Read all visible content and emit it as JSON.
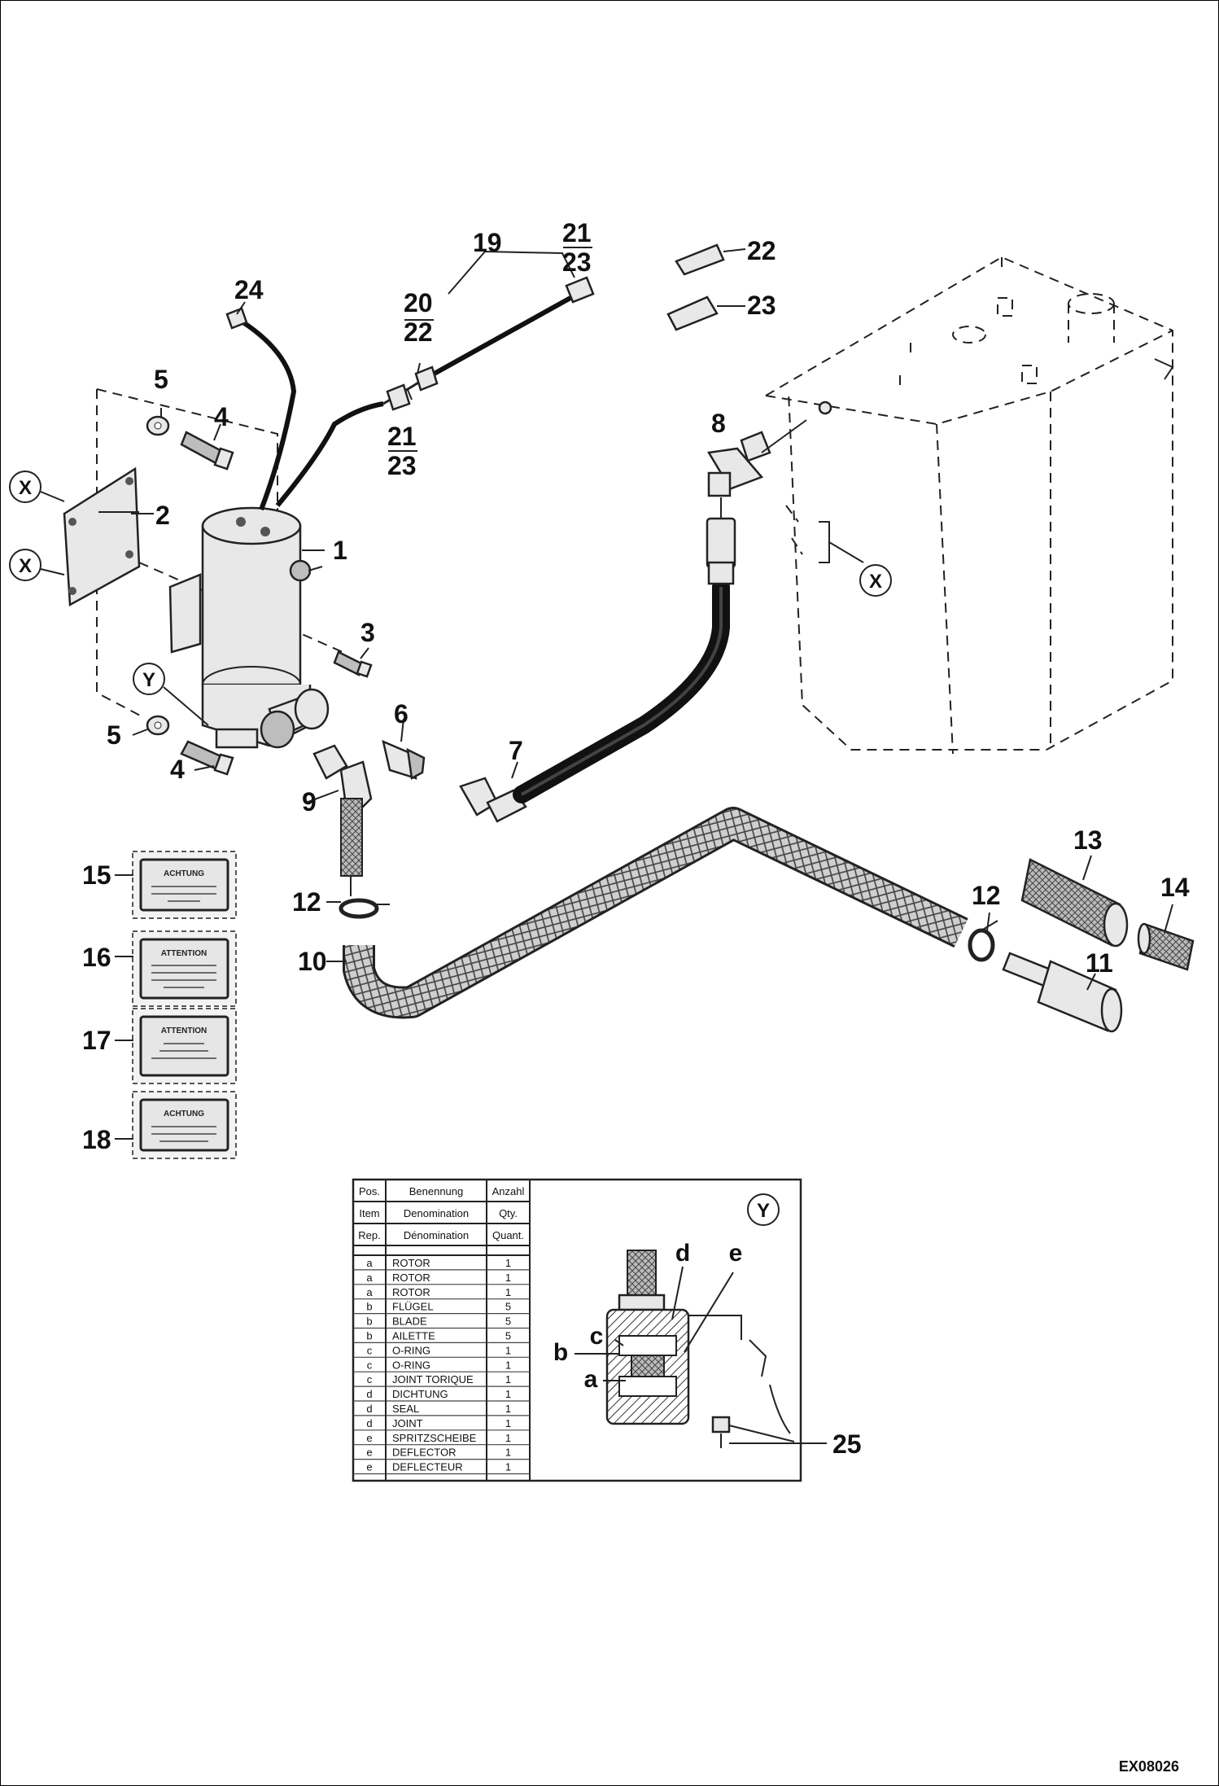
{
  "callouts": {
    "c1": "1",
    "c2": "2",
    "c3": "3",
    "c4a": "4",
    "c4b": "4",
    "c5a": "5",
    "c5b": "5",
    "c6": "6",
    "c7": "7",
    "c8": "8",
    "c9": "9",
    "c10": "10",
    "c11": "11",
    "c12a": "12",
    "c12b": "12",
    "c13": "13",
    "c14": "14",
    "c15": "15",
    "c16": "16",
    "c17": "17",
    "c18": "18",
    "c19": "19",
    "c20": "20",
    "c21a": "21",
    "c21b": "21",
    "c22a": "22",
    "c22b": "22",
    "c23a": "23",
    "c23b": "23",
    "c23c": "23",
    "c24": "24",
    "c25": "25"
  },
  "refs": {
    "x1": "X",
    "x2": "X",
    "x3": "X",
    "y1": "Y",
    "y2": "Y"
  },
  "detail_letters": {
    "a": "a",
    "b": "b",
    "c": "c",
    "d": "d",
    "e": "e"
  },
  "table": {
    "headers": [
      [
        "Pos.",
        "Benennung",
        "Anzahl"
      ],
      [
        "Item",
        "Denomination",
        "Qty."
      ],
      [
        "Rep.",
        "Dénomination",
        "Quant."
      ]
    ],
    "rows": [
      [
        "a",
        "ROTOR",
        "1"
      ],
      [
        "a",
        "ROTOR",
        "1"
      ],
      [
        "a",
        "ROTOR",
        "1"
      ],
      [
        "b",
        "FLÜGEL",
        "5"
      ],
      [
        "b",
        "BLADE",
        "5"
      ],
      [
        "b",
        "AILETTE",
        "5"
      ],
      [
        "c",
        "O-RING",
        "1"
      ],
      [
        "c",
        "O-RING",
        "1"
      ],
      [
        "c",
        "JOINT TORIQUE",
        "1"
      ],
      [
        "d",
        "DICHTUNG",
        "1"
      ],
      [
        "d",
        "SEAL",
        "1"
      ],
      [
        "d",
        "JOINT",
        "1"
      ],
      [
        "e",
        "SPRITZSCHEIBE",
        "1"
      ],
      [
        "e",
        "DEFLECTOR",
        "1"
      ],
      [
        "e",
        "DEFLECTEUR",
        "1"
      ]
    ]
  },
  "decals": [
    {
      "title": "ACHTUNG"
    },
    {
      "title": "ATTENTION"
    },
    {
      "title": "ATTENTION"
    },
    {
      "title": "ACHTUNG"
    }
  ],
  "drawing_code": "EX08026"
}
